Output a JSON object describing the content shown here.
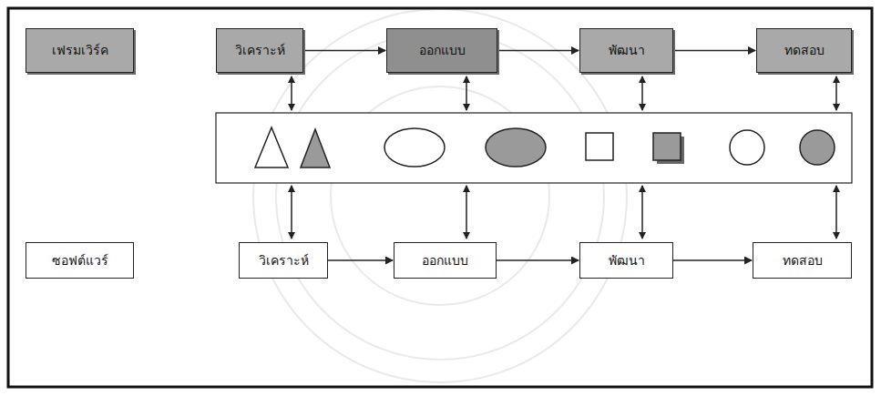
{
  "diagram": {
    "nodes": [
      {
        "text": [
          "เฟรมเวิร์ค"
        ]
      },
      {
        "text": [
          "วิเคราะห์"
        ]
      },
      {
        "text": [
          "ออกแบบ"
        ]
      },
      {
        "text": [
          "พัฒนา"
        ]
      },
      {
        "text": [
          "ทดสอบ"
        ]
      },
      {
        "text": [
          "ซอฟต์แวร์"
        ]
      },
      {
        "text": [
          "วิเคราะห์"
        ]
      },
      {
        "text": [
          "ออกแบบ"
        ]
      },
      {
        "text": [
          "พัฒนา"
        ]
      },
      {
        "text": [
          "ทดสอบ"
        ]
      }
    ],
    "edges": [
      {
        "from": 1,
        "to": 2,
        "arrow": "to"
      },
      {
        "from": 2,
        "to": 3,
        "arrow": "to"
      },
      {
        "from": 3,
        "to": 4,
        "arrow": "to"
      },
      {
        "from": 6,
        "to": 7,
        "arrow": "to"
      },
      {
        "from": 7,
        "to": 8,
        "arrow": "to"
      },
      {
        "from": 8,
        "to": 9,
        "arrow": "to"
      }
    ]
  }
}
